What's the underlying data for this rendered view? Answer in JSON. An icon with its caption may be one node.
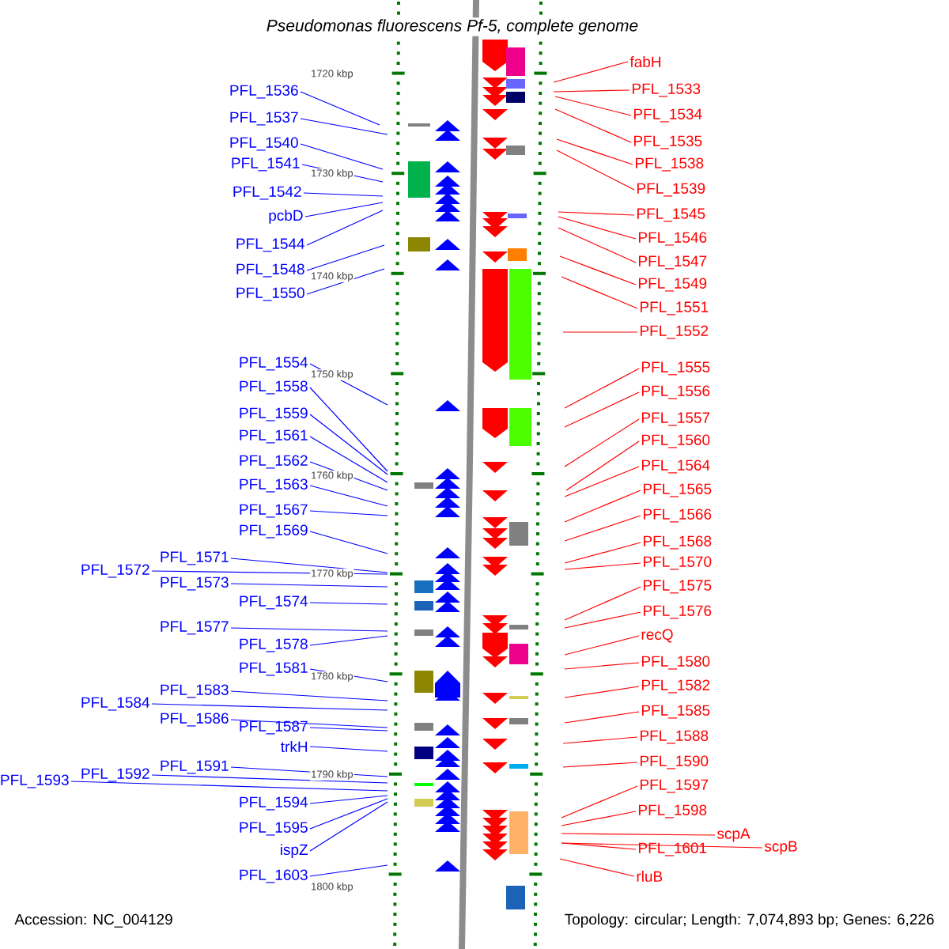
{
  "diagram": {
    "title": "Pseudomonas fluorescens Pf-5, complete genome",
    "nodes": [
      {
        "text": [
          "PFL_1536"
        ]
      },
      {
        "text": [
          "PFL_1537"
        ]
      },
      {
        "text": [
          "PFL_1540"
        ]
      },
      {
        "text": [
          "PFL_1541"
        ]
      },
      {
        "text": [
          "PFL_1542"
        ]
      },
      {
        "text": [
          "pcbD"
        ]
      },
      {
        "text": [
          "PFL_1544"
        ]
      },
      {
        "text": [
          "PFL_1548"
        ]
      },
      {
        "text": [
          "PFL_1550"
        ]
      },
      {
        "text": [
          "PFL_1554"
        ]
      },
      {
        "text": [
          "PFL_1558"
        ]
      },
      {
        "text": [
          "PFL_1559"
        ]
      },
      {
        "text": [
          "PFL_1561"
        ]
      },
      {
        "text": [
          "PFL_1562"
        ]
      },
      {
        "text": [
          "PFL_1563"
        ]
      },
      {
        "text": [
          "PFL_1567"
        ]
      },
      {
        "text": [
          "PFL_1569"
        ]
      },
      {
        "text": [
          "PFL_1571"
        ]
      },
      {
        "text": [
          "PFL_1572"
        ]
      },
      {
        "text": [
          "PFL_1573"
        ]
      },
      {
        "text": [
          "PFL_1574"
        ]
      },
      {
        "text": [
          "PFL_1577"
        ]
      },
      {
        "text": [
          "PFL_1578"
        ]
      },
      {
        "text": [
          "PFL_1581"
        ]
      },
      {
        "text": [
          "PFL_1583"
        ]
      },
      {
        "text": [
          "PFL_1584"
        ]
      },
      {
        "text": [
          "PFL_1586"
        ]
      },
      {
        "text": [
          "PFL_1587"
        ]
      },
      {
        "text": [
          "trkH"
        ]
      },
      {
        "text": [
          "PFL_1591"
        ]
      },
      {
        "text": [
          "PFL_1592"
        ]
      },
      {
        "text": [
          "PFL_1593"
        ]
      },
      {
        "text": [
          "PFL_1594"
        ]
      },
      {
        "text": [
          "PFL_1595"
        ]
      },
      {
        "text": [
          "ispZ"
        ]
      },
      {
        "text": [
          "PFL_1603"
        ]
      },
      {
        "text": [
          "fabH"
        ]
      },
      {
        "text": [
          "PFL_1533"
        ]
      },
      {
        "text": [
          "PFL_1534"
        ]
      },
      {
        "text": [
          "PFL_1535"
        ]
      },
      {
        "text": [
          "PFL_1538"
        ]
      },
      {
        "text": [
          "PFL_1539"
        ]
      },
      {
        "text": [
          "PFL_1545"
        ]
      },
      {
        "text": [
          "PFL_1546"
        ]
      },
      {
        "text": [
          "PFL_1547"
        ]
      },
      {
        "text": [
          "PFL_1549"
        ]
      },
      {
        "text": [
          "PFL_1551"
        ]
      },
      {
        "text": [
          "PFL_1552"
        ]
      },
      {
        "text": [
          "PFL_1555"
        ]
      },
      {
        "text": [
          "PFL_1556"
        ]
      },
      {
        "text": [
          "PFL_1557"
        ]
      },
      {
        "text": [
          "PFL_1560"
        ]
      },
      {
        "text": [
          "PFL_1564"
        ]
      },
      {
        "text": [
          "PFL_1565"
        ]
      },
      {
        "text": [
          "PFL_1566"
        ]
      },
      {
        "text": [
          "PFL_1568"
        ]
      },
      {
        "text": [
          "PFL_1570"
        ]
      },
      {
        "text": [
          "PFL_1575"
        ]
      },
      {
        "text": [
          "PFL_1576"
        ]
      },
      {
        "text": [
          "recQ"
        ]
      },
      {
        "text": [
          "PFL_1580"
        ]
      },
      {
        "text": [
          "PFL_1582"
        ]
      },
      {
        "text": [
          "PFL_1585"
        ]
      },
      {
        "text": [
          "PFL_1588"
        ]
      },
      {
        "text": [
          "PFL_1590"
        ]
      },
      {
        "text": [
          "PFL_1597"
        ]
      },
      {
        "text": [
          "PFL_1598"
        ]
      },
      {
        "text": [
          "scpA"
        ]
      },
      {
        "text": [
          "PFL_1601"
        ]
      },
      {
        "text": [
          "scpB"
        ]
      },
      {
        "text": [
          "rluB"
        ]
      }
    ],
    "edges": [
      {
        "from": 0,
        "to": null,
        "arrow": "none"
      },
      {
        "from": 1,
        "to": null,
        "arrow": "none"
      },
      {
        "from": 2,
        "to": null,
        "arrow": "none"
      },
      {
        "from": 3,
        "to": null,
        "arrow": "none"
      },
      {
        "from": 4,
        "to": null,
        "arrow": "none"
      },
      {
        "from": 5,
        "to": null,
        "arrow": "none"
      },
      {
        "from": 6,
        "to": null,
        "arrow": "none"
      },
      {
        "from": 7,
        "to": null,
        "arrow": "none"
      },
      {
        "from": 8,
        "to": null,
        "arrow": "none"
      },
      {
        "from": 9,
        "to": null,
        "arrow": "none"
      },
      {
        "from": 10,
        "to": null,
        "arrow": "none"
      },
      {
        "from": 11,
        "to": null,
        "arrow": "none"
      },
      {
        "from": 12,
        "to": null,
        "arrow": "none"
      },
      {
        "from": 13,
        "to": null,
        "arrow": "none"
      },
      {
        "from": 14,
        "to": null,
        "arrow": "none"
      },
      {
        "from": 15,
        "to": null,
        "arrow": "none"
      },
      {
        "from": 16,
        "to": null,
        "arrow": "none"
      },
      {
        "from": 17,
        "to": null,
        "arrow": "none"
      },
      {
        "from": 18,
        "to": null,
        "arrow": "none"
      },
      {
        "from": 19,
        "to": null,
        "arrow": "none"
      },
      {
        "from": 20,
        "to": null,
        "arrow": "none"
      },
      {
        "from": 21,
        "to": null,
        "arrow": "none"
      },
      {
        "from": 22,
        "to": null,
        "arrow": "none"
      },
      {
        "from": 23,
        "to": null,
        "arrow": "none"
      },
      {
        "from": 24,
        "to": null,
        "arrow": "none"
      },
      {
        "from": 25,
        "to": null,
        "arrow": "none"
      },
      {
        "from": 26,
        "to": null,
        "arrow": "none"
      },
      {
        "from": 27,
        "to": null,
        "arrow": "none"
      },
      {
        "from": 28,
        "to": null,
        "arrow": "none"
      },
      {
        "from": 29,
        "to": null,
        "arrow": "none"
      },
      {
        "from": 30,
        "to": null,
        "arrow": "none"
      },
      {
        "from": 31,
        "to": null,
        "arrow": "none"
      },
      {
        "from": 32,
        "to": null,
        "arrow": "none"
      },
      {
        "from": 33,
        "to": null,
        "arrow": "none"
      },
      {
        "from": 34,
        "to": null,
        "arrow": "none"
      },
      {
        "from": 35,
        "to": null,
        "arrow": "none"
      },
      {
        "from": 36,
        "to": null,
        "arrow": "none",
        "color": "#ff0000"
      },
      {
        "from": 37,
        "to": null,
        "arrow": "none",
        "color": "#ff0000"
      },
      {
        "from": 38,
        "to": null,
        "arrow": "none",
        "color": "#ff0000"
      },
      {
        "from": 39,
        "to": null,
        "arrow": "none",
        "color": "#ff0000"
      },
      {
        "from": 40,
        "to": null,
        "arrow": "none",
        "color": "#ff0000"
      },
      {
        "from": 41,
        "to": null,
        "arrow": "none",
        "color": "#ff0000"
      },
      {
        "from": 42,
        "to": null,
        "arrow": "none",
        "color": "#ff0000"
      },
      {
        "from": 43,
        "to": null,
        "arrow": "none",
        "color": "#ff0000"
      },
      {
        "from": 44,
        "to": null,
        "arrow": "none",
        "color": "#ff0000"
      },
      {
        "from": 45,
        "to": null,
        "arrow": "none",
        "color": "#ff0000"
      },
      {
        "from": 46,
        "to": null,
        "arrow": "none",
        "color": "#ff0000"
      },
      {
        "from": 47,
        "to": null,
        "arrow": "none",
        "color": "#ff0000"
      },
      {
        "from": 48,
        "to": null,
        "arrow": "none",
        "color": "#ff0000"
      },
      {
        "from": 49,
        "to": null,
        "arrow": "none",
        "color": "#ff0000"
      },
      {
        "from": 50,
        "to": null,
        "arrow": "none",
        "color": "#ff0000"
      },
      {
        "from": 51,
        "to": null,
        "arrow": "none",
        "color": "#ff0000"
      },
      {
        "from": 52,
        "to": null,
        "arrow": "none",
        "color": "#ff0000"
      },
      {
        "from": 53,
        "to": null,
        "arrow": "none",
        "color": "#ff0000"
      },
      {
        "from": 54,
        "to": null,
        "arrow": "none",
        "color": "#ff0000"
      },
      {
        "from": 55,
        "to": null,
        "arrow": "none",
        "color": "#ff0000"
      },
      {
        "from": 56,
        "to": null,
        "arrow": "none",
        "color": "#ff0000"
      },
      {
        "from": 57,
        "to": null,
        "arrow": "none",
        "color": "#ff0000"
      },
      {
        "from": 58,
        "to": null,
        "arrow": "none",
        "color": "#ff0000"
      },
      {
        "from": 59,
        "to": null,
        "arrow": "none",
        "color": "#ff0000"
      },
      {
        "from": 60,
        "to": null,
        "arrow": "none",
        "color": "#ff0000"
      },
      {
        "from": 61,
        "to": null,
        "arrow": "none",
        "color": "#ff0000"
      },
      {
        "from": 62,
        "to": null,
        "arrow": "none",
        "color": "#ff0000"
      },
      {
        "from": 63,
        "to": null,
        "arrow": "none",
        "color": "#ff0000"
      },
      {
        "from": 64,
        "to": null,
        "arrow": "none",
        "color": "#ff0000"
      },
      {
        "from": 65,
        "to": null,
        "arrow": "none",
        "color": "#ff0000"
      },
      {
        "from": 66,
        "to": null,
        "arrow": "none",
        "color": "#ff0000"
      },
      {
        "from": 67,
        "to": null,
        "arrow": "none",
        "color": "#ff0000"
      },
      {
        "from": 68,
        "to": null,
        "arrow": "none",
        "color": "#ff0000"
      },
      {
        "from": 69,
        "to": null,
        "arrow": "none",
        "color": "#ff0000"
      },
      {
        "from": 70,
        "to": null,
        "arrow": "none",
        "color": "#ff0000"
      }
    ],
    "labels": [
      "1720 kbp",
      "1730 kbp",
      "1740 kbp",
      "1750 kbp",
      "1760 kbp",
      "1770 kbp",
      "1780 kbp",
      "1790 kbp",
      "1800 kbp",
      "Accession: NC_004129",
      "Topology: circular; Length: 7,074,893 bp; Genes: 6,226"
    ]
  }
}
